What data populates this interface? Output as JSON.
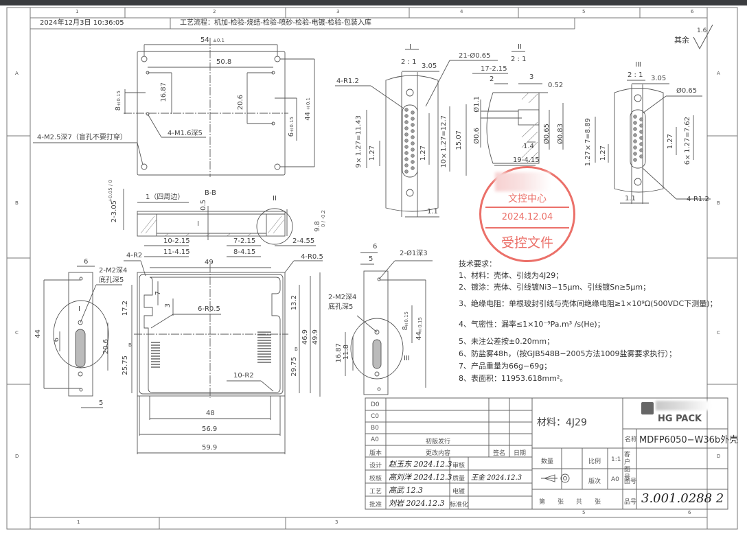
{
  "frame": {
    "columns": [
      "1",
      "2",
      "3",
      "4",
      "5",
      "6"
    ],
    "rows": [
      "A",
      "B",
      "C",
      "D"
    ]
  },
  "header": {
    "timestamp": "2024年12月3日 10:36:05",
    "process_flow": "工艺流程：机加-检验-烧结-检验-喷砂-检验-电镀-检验-包装入库"
  },
  "surface_finish": {
    "label": "其余",
    "value": "1.6"
  },
  "top_view": {
    "dims": {
      "width_54": "54",
      "width_54_tol": "±0.1",
      "spacing_50_8": "50.8",
      "d_16_87": "16.87",
      "d_20_6": "20.6",
      "d_8": "8",
      "d_8_tol": "±0.15",
      "d_6": "6",
      "d_6_tol": "±0.15",
      "d_44": "44",
      "d_44_tol": "±0.1"
    },
    "callouts": {
      "m1_6": "4-M1.6深5",
      "m2_5": "4-M2.5深7（盲孔不要打穿）"
    }
  },
  "section_bb": {
    "title": "B-B",
    "detail_mark": "II",
    "section_mark": "I",
    "dims": {
      "wall": "1（四周边）",
      "d_0_5": "0.5",
      "d_3_05": "2-3.05",
      "d_3_05_tol": "+0.05 / 0",
      "d_9_8": "9.8",
      "d_9_8_tol": "0 / -0.2",
      "d_10_2_15": "10-2.15",
      "d_11_4_15": "11-4.15",
      "d_7_2_15": "7-2.15",
      "d_8_4_15": "8-4.15",
      "d_2_4_55": "2-4.55"
    }
  },
  "bottom_view": {
    "dims": {
      "d_49": "49",
      "d_48": "48",
      "d_56_9": "56.9",
      "d_59_9": "59.9",
      "d_17_2": "17.2",
      "d_25_75": "25.75",
      "d_7": "7",
      "d_3": "3",
      "d_13_2": "13.2",
      "d_29_75": "29.75",
      "d_46_9": "46.9",
      "d_49_9": "49.9"
    },
    "callouts": {
      "r2": "4-R2",
      "r0_5_corner": "4-R0.5",
      "r0_5_inner": "6-R0.5",
      "r2_inner": "10-R2"
    },
    "section_marker": "B"
  },
  "left_side_view": {
    "dims": {
      "d_6_top": "6",
      "d_44": "44",
      "d_6_inner": "6",
      "d_20_6": "20.6",
      "d_5": "5"
    },
    "callout": [
      "2-M2深4",
      "底孔深5"
    ],
    "mark": "I"
  },
  "right_side_view": {
    "dims": {
      "d_6": "6",
      "d_5": "5",
      "d_8": "8",
      "d_8_tol": "±0.15",
      "d_44": "44",
      "d_44_tol": "±0.15",
      "d_16_87": "16.87",
      "d_11_8": "11.8"
    },
    "callouts": {
      "hole": "2-Ø1深3",
      "m2": [
        "2-M2深4",
        "底孔深5"
      ]
    },
    "mark": "III"
  },
  "detail_i": {
    "title": "I",
    "scale": "2 : 1",
    "dims": {
      "d_3_05": "3.05",
      "pins": "21-Ø0.65",
      "r1_2": "4-R1.2",
      "d_9x": "9×1.27=11.43",
      "d_1_27a": "1.27",
      "d_1_27b": "1.27",
      "d_10x": "10×1.27=12.7",
      "d_15_07": "15.07",
      "d_1_1": "1.1"
    }
  },
  "detail_ii": {
    "title": "II",
    "scale": "2 : 1",
    "dims": {
      "d_17_2_15": "17-2.15",
      "d_2": "2",
      "d_3": "3",
      "d_0_52": "0.52",
      "d_phi_1_1": "Ø1.1",
      "d_phi_0_6": "Ø0.6",
      "d_phi_0_65": "Ø0.65",
      "d_phi_0_83": "Ø0.83",
      "d_1_4": "1.4",
      "d_19_4_15": "19-4.15"
    }
  },
  "detail_iii": {
    "title": "III",
    "scale": "2 : 1",
    "dims": {
      "d_3_05": "3.05",
      "d_phi_0_65": "Ø0.65",
      "d_7x": "1.27×7=8.89",
      "d_1_27a": "1.27",
      "d_1_27b": "1.27",
      "d_6x": "6×1.27=7.62",
      "d_1_1": "1.1",
      "r1_2": "4-R1.2"
    }
  },
  "stamp": {
    "dept": "文控中心",
    "date": "2024.12.04",
    "label": "受控文件",
    "color": "#e8584f"
  },
  "tech_requirements": {
    "title": "技术要求：",
    "items": [
      "1、材料：壳体、引线为4J29；",
      "2、镀涂：壳体、引线镀Ni3−15μm、引线镀Sn≥5μm；",
      "3、绝缘电阻：单根玻封引线与壳体间绝缘电阻≥1×10⁹Ω(500VDC下测量)；",
      "4、气密性：漏率≤1×10⁻⁹Pa.m³ /s(He)；",
      "5、未注公差按±0.20mm；",
      "6、防盐雾48h，（按GJB548B−2005方法1009盐雾要求执行）；",
      "7、产品重量为66g−69g；",
      "8、表面积：11953.618mm²。"
    ]
  },
  "title_block": {
    "revisions": [
      {
        "ver": "D0",
        "content": ""
      },
      {
        "ver": "C0",
        "content": ""
      },
      {
        "ver": "B0",
        "content": ""
      },
      {
        "ver": "A0",
        "content": "初版发行"
      }
    ],
    "rev_header": {
      "ver": "版本",
      "content": "更改内容",
      "sign": "签名",
      "date": "日期"
    },
    "signoffs": [
      {
        "role": "设计",
        "sig": "赵玉东 2024.12.3",
        "role2": "审核",
        "sig2": ""
      },
      {
        "role": "校核",
        "sig": "高刘洋 2024.12.3",
        "role2": "质量",
        "sig2": "王金 2024.12.3"
      },
      {
        "role": "工艺",
        "sig": "高武 12.3",
        "role2": "电镀",
        "sig2": ""
      },
      {
        "role": "批准",
        "sig": "刘岩 2024.12.3",
        "role2": "标准化",
        "sig2": ""
      }
    ],
    "material_label": "材料：4J29",
    "name_label": "名称",
    "name_value": "MDFP6050−W36b外壳",
    "logo_text": "HG PACK",
    "qty_label": "数量",
    "scale_label": "比例",
    "scale_value": "1:1",
    "cust_drawing_label": "客户图号",
    "version_label": "版次",
    "version_value": "A0",
    "drawing_no_label": "图号",
    "sheet_label": "第　　张　　共　　张",
    "part_no_label": "品号",
    "part_no_value": "3.001.0288 2"
  }
}
